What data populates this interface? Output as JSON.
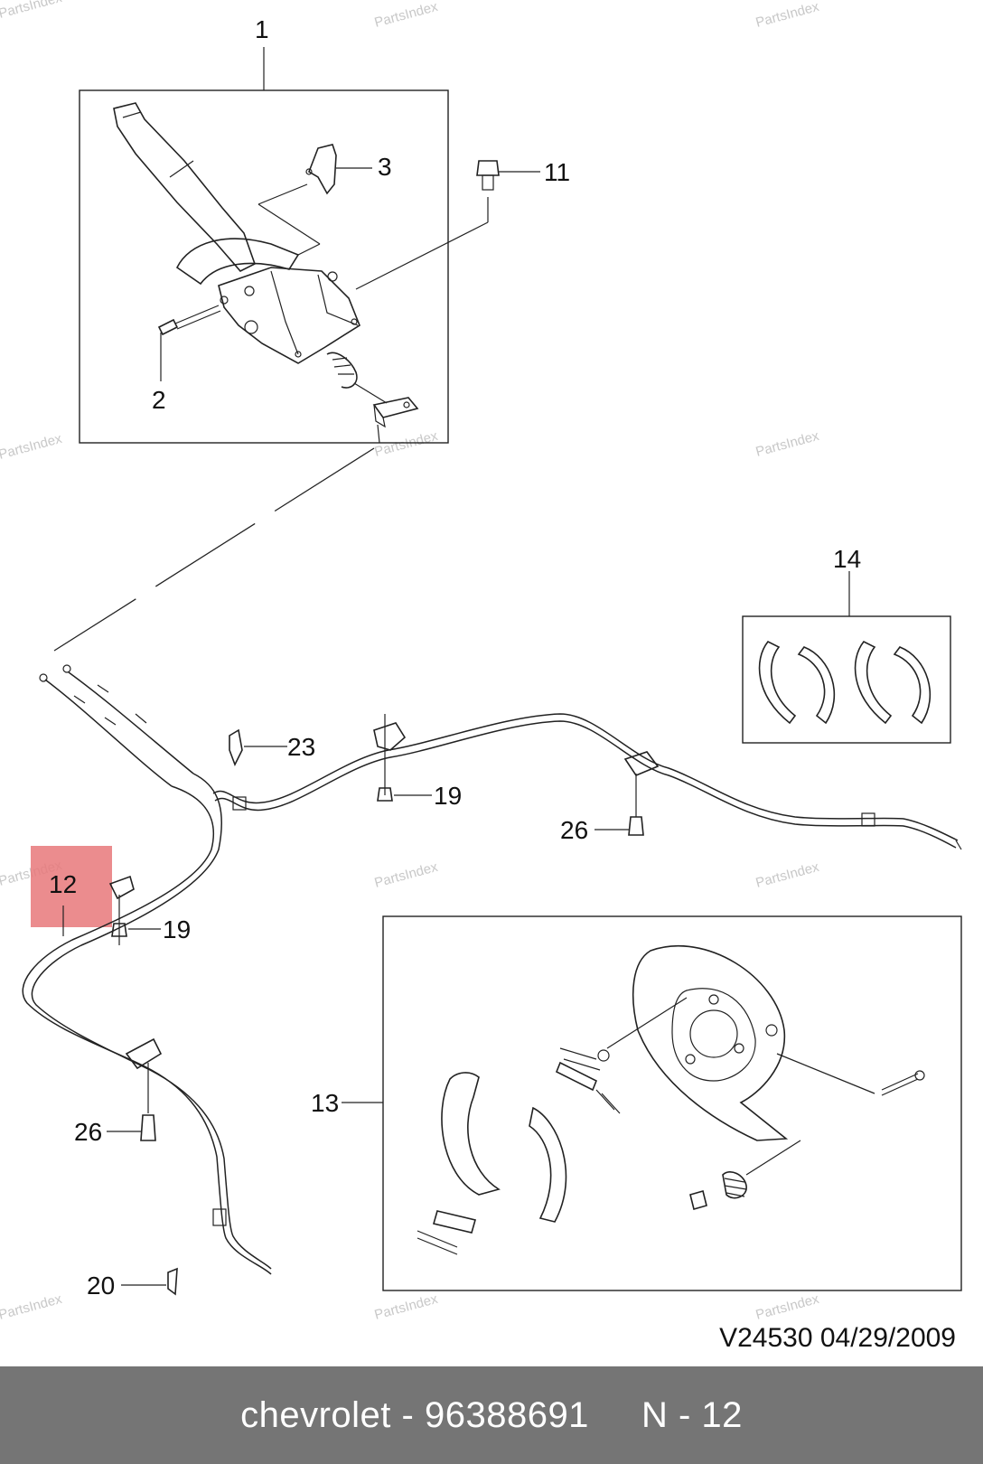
{
  "watermark": "PartsIndex",
  "drawing_id": "V24530  04/29/2009",
  "footer": {
    "brand_part": "chevrolet - 96388691",
    "position": "N - 12"
  },
  "callouts": {
    "c1": "1",
    "c2": "2",
    "c3": "3",
    "c11": "11",
    "c12": "12",
    "c13": "13",
    "c14": "14",
    "c19a": "19",
    "c19b": "19",
    "c20": "20",
    "c23": "23",
    "c26a": "26",
    "c26b": "26"
  },
  "highlight": {
    "part": "12",
    "color": "#e8787a"
  }
}
